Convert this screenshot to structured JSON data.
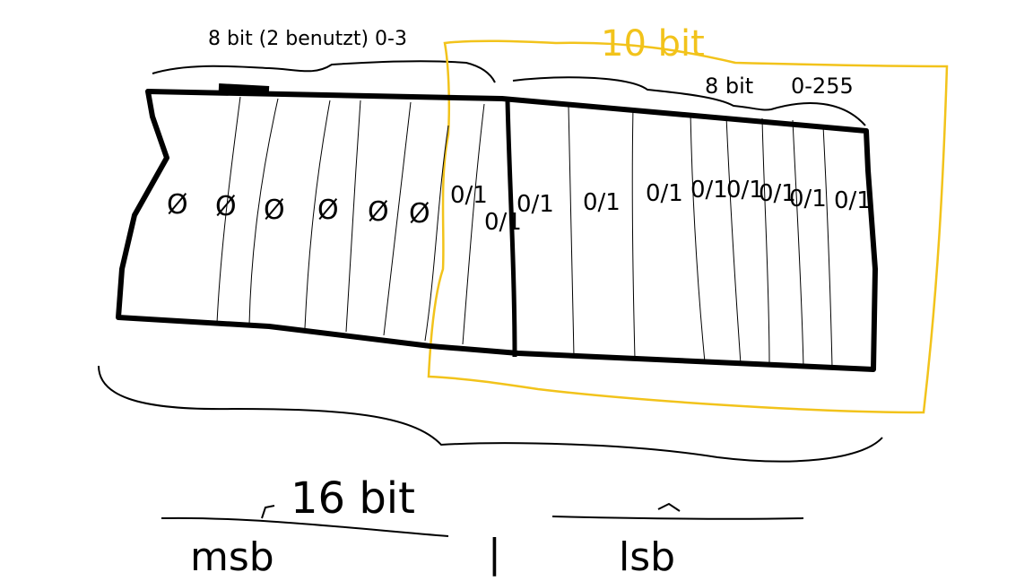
{
  "labels": {
    "top_left": "8 bit (2 benutzt) 0-3",
    "ten_bit": "10 bit",
    "top_right_bits": "8 bit",
    "top_right_range": "0-255",
    "sixteen_bit": "16 bit",
    "msb": "msb",
    "lsb": "lsb",
    "separator": "|"
  },
  "bits": {
    "unused": [
      "Ø",
      "Ø",
      "Ø",
      "Ø",
      "Ø",
      "Ø"
    ],
    "used": [
      "0/1",
      "0/1",
      "0/1",
      "0/1",
      "0/1",
      "0/1",
      "0/1",
      "0/1",
      "0/1",
      "0/1"
    ]
  },
  "colors": {
    "ink": "#000000",
    "highlight": "#f2c31b",
    "background": "#ffffff"
  }
}
